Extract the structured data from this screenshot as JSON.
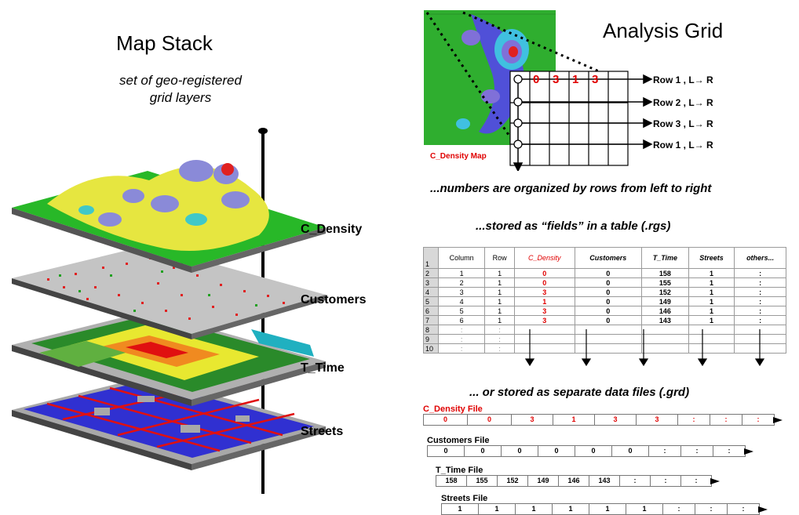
{
  "left": {
    "title": "Map Stack",
    "subtitle_line1": "set of geo-registered",
    "subtitle_line2": "grid layers",
    "layers": [
      "C_Density",
      "Customers",
      "T_Time",
      "Streets"
    ]
  },
  "right": {
    "title": "Analysis Grid",
    "map_label": "C_Density Map",
    "grid_numbers": [
      "0",
      "3",
      "1",
      "3"
    ],
    "rows": [
      "Row 1 , L→ R",
      "Row 2 , L→ R",
      "Row 3 , L→ R",
      "Row 1 , L→ R"
    ],
    "caption1": "...numbers are organized by rows from left to right",
    "caption2": "...stored as “fields” in a table (.rgs)",
    "caption3": "... or stored as separate data files (.grd)"
  },
  "table": {
    "corner": "1",
    "headers": [
      "Column",
      "Row",
      "C_Density",
      "Customers",
      "T_Time",
      "Streets",
      "others..."
    ],
    "rows": [
      {
        "n": "2",
        "cells": [
          "1",
          "1",
          "0",
          "0",
          "158",
          "1",
          ":"
        ]
      },
      {
        "n": "3",
        "cells": [
          "2",
          "1",
          "0",
          "0",
          "155",
          "1",
          ":"
        ]
      },
      {
        "n": "4",
        "cells": [
          "3",
          "1",
          "3",
          "0",
          "152",
          "1",
          ":"
        ]
      },
      {
        "n": "5",
        "cells": [
          "4",
          "1",
          "1",
          "0",
          "149",
          "1",
          ":"
        ]
      },
      {
        "n": "6",
        "cells": [
          "5",
          "1",
          "3",
          "0",
          "146",
          "1",
          ":"
        ]
      },
      {
        "n": "7",
        "cells": [
          "6",
          "1",
          "3",
          "0",
          "143",
          "1",
          ":"
        ]
      },
      {
        "n": "8",
        "cells": [
          ":",
          ":",
          "",
          "",
          "",
          "",
          ""
        ]
      },
      {
        "n": "9",
        "cells": [
          ":",
          ":",
          "",
          "",
          "",
          "",
          ""
        ]
      },
      {
        "n": "10",
        "cells": [
          ":",
          ":",
          "",
          "",
          "",
          "",
          ""
        ]
      }
    ]
  },
  "files": [
    {
      "title": "C_Density File",
      "values": [
        "0",
        "0",
        "3",
        "1",
        "3",
        "3",
        ":",
        ":",
        ":"
      ],
      "color": "#e00000"
    },
    {
      "title": "Customers File",
      "values": [
        "0",
        "0",
        "0",
        "0",
        "0",
        "0",
        ":",
        ":",
        ":"
      ],
      "color": "#000000"
    },
    {
      "title": "T_Time File",
      "values": [
        "158",
        "155",
        "152",
        "149",
        "146",
        "143",
        ":",
        ":",
        ":"
      ],
      "color": "#000000"
    },
    {
      "title": "Streets File",
      "values": [
        "1",
        "1",
        "1",
        "1",
        "1",
        "1",
        ":",
        ":",
        ":"
      ],
      "color": "#000000"
    }
  ]
}
